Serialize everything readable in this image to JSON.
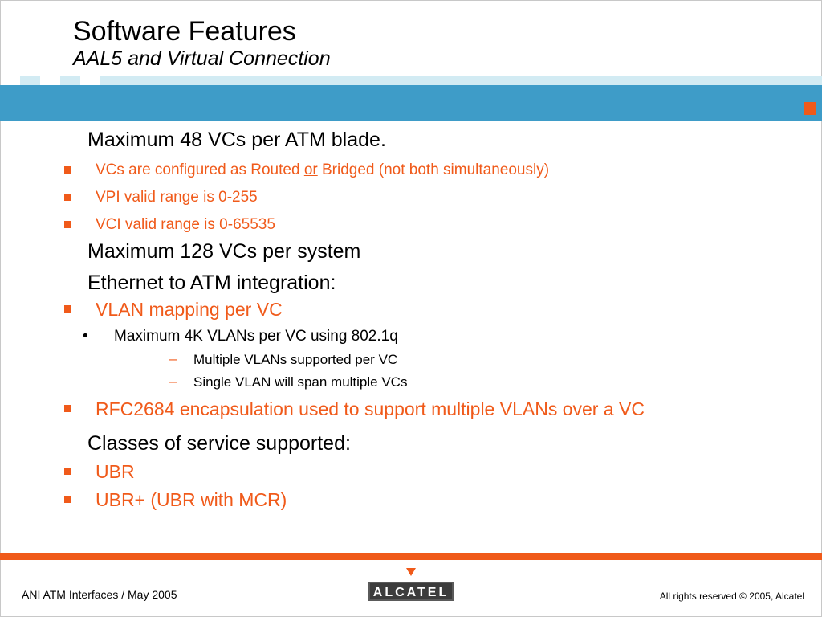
{
  "slide": {
    "title": "Software Features",
    "subtitle": "AAL5 and Virtual Connection"
  },
  "body": {
    "max_vcs_blade": "Maximum 48 VCs per ATM blade.",
    "vcs_configured_pre": "VCs are configured as Routed ",
    "vcs_configured_or": "or",
    "vcs_configured_post": " Bridged (not both simultaneously)",
    "vpi_range": "VPI valid range is 0-255",
    "vci_range": "VCI valid range is 0-65535",
    "max_vcs_system": "Maximum 128 VCs per system",
    "eth_atm": "Ethernet to ATM integration:",
    "vlan_mapping": "VLAN mapping per VC",
    "max_vlans": "Maximum 4K VLANs per VC using 802.1q",
    "multiple_vlans": "Multiple VLANs supported per VC",
    "single_vlan": "Single VLAN will span multiple VCs",
    "rfc2684": "RFC2684 encapsulation used to support multiple VLANs over a VC",
    "classes": "Classes of service supported:",
    "ubr": "UBR",
    "ubr_plus": "UBR+ (UBR with MCR)"
  },
  "footer": {
    "left": "ANI ATM Interfaces  / May 2005",
    "right": "All rights reserved © 2005, Alcatel",
    "logo_text": "ALCATEL"
  },
  "colors": {
    "accent": "#f05a1a",
    "band_blue": "#3e9cc8",
    "band_light": "#d2ebf3"
  }
}
